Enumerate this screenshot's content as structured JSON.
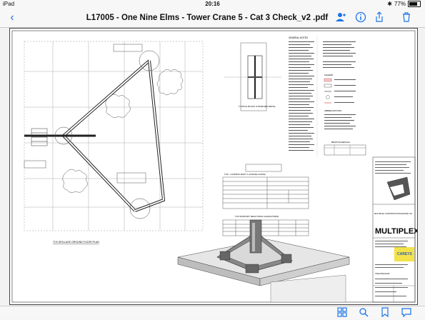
{
  "status": {
    "device": "iPad",
    "time": "20:16",
    "battery": "77%"
  },
  "header": {
    "back_icon": "chevron-left-icon",
    "title": "L17005 - One Nine Elms - Tower Crane 5 - Cat 3 Check_v2 .pdf",
    "icons": [
      "add-person-icon",
      "info-icon",
      "share-icon",
      "trash-icon"
    ]
  },
  "drawing": {
    "plan_title": "TC5 GRILLAGE GROUND FLOOR PLAN",
    "company": "MULTIPLEX",
    "subcontractor": "CAREYS",
    "table1_title": "TC5 - LOADING MAST 1 (CRANE LOADS)",
    "table2_title": "TC5 SUPPORT REACTIONS (CAPACITORS)",
    "section_label": "TYPICAL BLOCK STIFFENER DETAIL",
    "notes_title": "GENERAL NOTES",
    "legend_title": "LEGEND",
    "abbrev_title": "ABBREVIATIONS",
    "schedule_title": "BEAM SCHEDULE",
    "title_block_main": "MULTIPLEX CONSTRUCTION EUROPE LTD",
    "project": "ONE NINE ELMS"
  },
  "footer": {
    "icons": [
      "grid-icon",
      "search-icon",
      "bookmark-icon",
      "comment-icon"
    ]
  }
}
